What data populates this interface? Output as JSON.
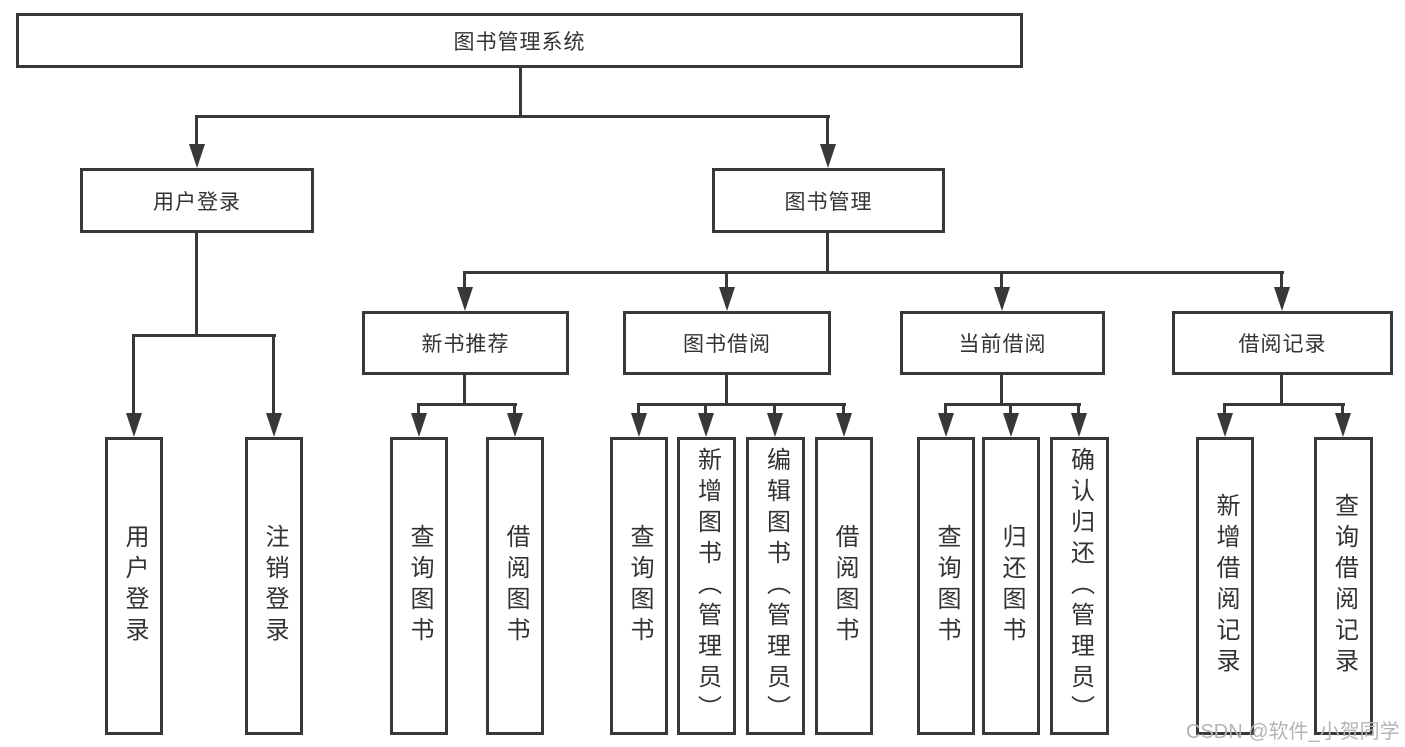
{
  "title": "图书管理系统",
  "watermark": "CSDN @软件_小贺同学",
  "colors": {
    "line": "#383838",
    "text": "#333333",
    "background": "#ffffff",
    "watermark": "#b4b4b4"
  },
  "tree": {
    "root": {
      "label": "图书管理系统",
      "children": [
        {
          "label": "用户登录",
          "children": [
            {
              "label": "用户登录"
            },
            {
              "label": "注销登录"
            }
          ]
        },
        {
          "label": "图书管理",
          "children": [
            {
              "label": "新书推荐",
              "children": [
                {
                  "label": "查询图书"
                },
                {
                  "label": "借阅图书"
                }
              ]
            },
            {
              "label": "图书借阅",
              "children": [
                {
                  "label": "查询图书"
                },
                {
                  "label": "新增图书（管理员）"
                },
                {
                  "label": "编辑图书（管理员）"
                },
                {
                  "label": "借阅图书"
                }
              ]
            },
            {
              "label": "当前借阅",
              "children": [
                {
                  "label": "查询图书"
                },
                {
                  "label": "归还图书"
                },
                {
                  "label": "确认归还（管理员）"
                }
              ]
            },
            {
              "label": "借阅记录",
              "children": [
                {
                  "label": "新增借阅记录"
                },
                {
                  "label": "查询借阅记录"
                }
              ]
            }
          ]
        }
      ]
    }
  }
}
